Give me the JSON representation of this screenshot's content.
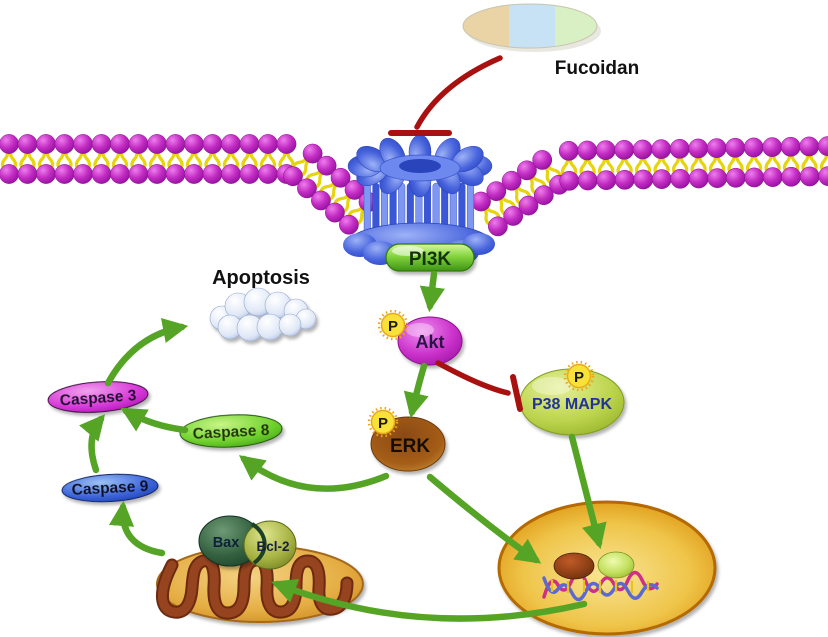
{
  "figure": {
    "type": "signaling-pathway-diagram",
    "labels": {
      "fucoidan": "Fucoidan",
      "pi3k": "PI3K",
      "akt": "Akt",
      "erk": "ERK",
      "p38": "P38 MAPK",
      "apoptosis": "Apoptosis",
      "caspase3": "Caspase 3",
      "caspase8": "Caspase 8",
      "caspase9": "Caspase 9",
      "bax": "Bax",
      "bcl2": "Bcl-2",
      "phosphate": "P"
    },
    "edges": [
      {
        "from": "Fucoidan",
        "to": "Membrane receptor",
        "type": "inhibition"
      },
      {
        "from": "PI3K",
        "to": "Akt",
        "type": "activation"
      },
      {
        "from": "Akt",
        "to": "ERK",
        "type": "activation"
      },
      {
        "from": "Akt",
        "to": "P38 MAPK",
        "type": "inhibition"
      },
      {
        "from": "ERK",
        "to": "Caspase 8",
        "type": "activation"
      },
      {
        "from": "ERK",
        "to": "Nucleus",
        "type": "activation"
      },
      {
        "from": "P38 MAPK",
        "to": "Nucleus",
        "type": "activation"
      },
      {
        "from": "Caspase 8",
        "to": "Caspase 3",
        "type": "activation"
      },
      {
        "from": "Caspase 9",
        "to": "Caspase 3",
        "type": "activation"
      },
      {
        "from": "Caspase 3",
        "to": "Apoptosis",
        "type": "activation"
      },
      {
        "from": "Mitochondria",
        "to": "Caspase 9",
        "type": "activation"
      },
      {
        "from": "Nucleus",
        "to": "Mitochondria",
        "type": "activation"
      }
    ],
    "colors": {
      "arrow_green": "#55a426",
      "inhibition_red": "#a91111",
      "membrane_head": "#b81cb8",
      "membrane_tail": "#e6d40c",
      "receptor_blue": "#4a66dd",
      "pi3k_green": "#6cc32c",
      "akt_magenta": "#c92fc9",
      "erk_brown": "#96521a",
      "p38_yellowgreen": "#b9d24a",
      "caspase3_pink": "#d23ad2",
      "caspase8_green": "#6fd42e",
      "caspase9_blue": "#3a62d8",
      "mitochondria_tan": "#e2a93e",
      "bax_green": "#2e5a3c",
      "bcl2_olive": "#9aa838",
      "nucleus_orange": "#e19a16",
      "phosphate_yellow": "#f7de2d"
    }
  }
}
